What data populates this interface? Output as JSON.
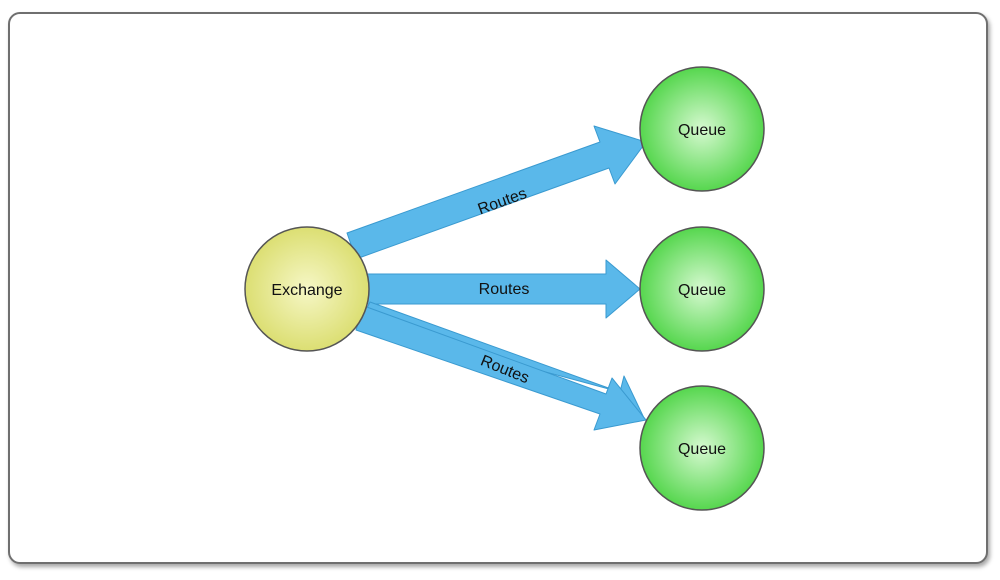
{
  "diagram": {
    "exchange": {
      "label": "Exchange",
      "color_center": "#f6f7c6",
      "color_edge": "#d9dc6a",
      "stroke": "#555555"
    },
    "queues": [
      {
        "label": "Queue"
      },
      {
        "label": "Queue"
      },
      {
        "label": "Queue"
      }
    ],
    "queue_colors": {
      "center": "#d6f9d0",
      "edge": "#49d341",
      "stroke": "#555555"
    },
    "routes": [
      {
        "label": "Routes"
      },
      {
        "label": "Routes"
      },
      {
        "label": "Routes"
      }
    ],
    "arrow_colors": {
      "fill": "#5ab8ea",
      "stroke": "#3a9ad0"
    }
  }
}
